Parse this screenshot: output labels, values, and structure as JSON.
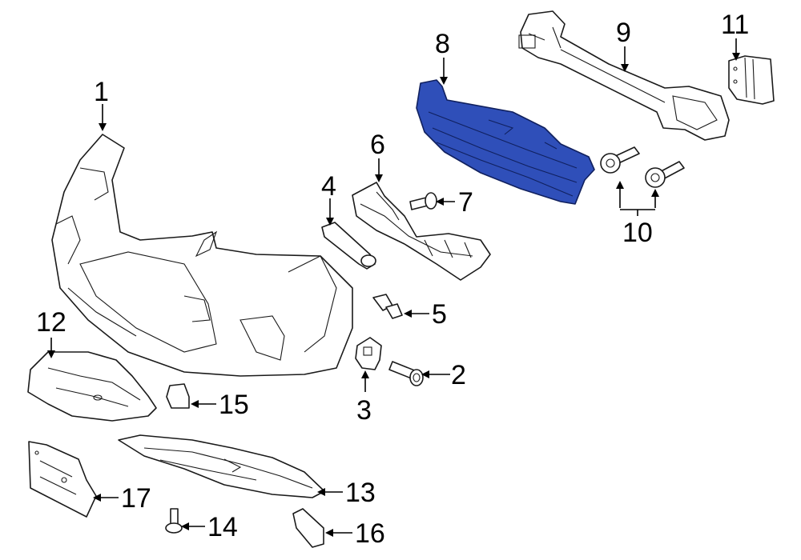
{
  "callouts": [
    {
      "id": "1",
      "label": "1"
    },
    {
      "id": "2",
      "label": "2"
    },
    {
      "id": "3",
      "label": "3"
    },
    {
      "id": "4",
      "label": "4"
    },
    {
      "id": "5",
      "label": "5"
    },
    {
      "id": "6",
      "label": "6"
    },
    {
      "id": "7",
      "label": "7"
    },
    {
      "id": "8",
      "label": "8"
    },
    {
      "id": "9",
      "label": "9"
    },
    {
      "id": "10",
      "label": "10"
    },
    {
      "id": "11",
      "label": "11"
    },
    {
      "id": "12",
      "label": "12"
    },
    {
      "id": "13",
      "label": "13"
    },
    {
      "id": "14",
      "label": "14"
    },
    {
      "id": "15",
      "label": "15"
    },
    {
      "id": "16",
      "label": "16"
    },
    {
      "id": "17",
      "label": "17"
    }
  ],
  "colors": {
    "highlight": "#2f4fb9",
    "line": "#1a1a1a",
    "background": "#ffffff"
  },
  "highlighted_part": "8"
}
